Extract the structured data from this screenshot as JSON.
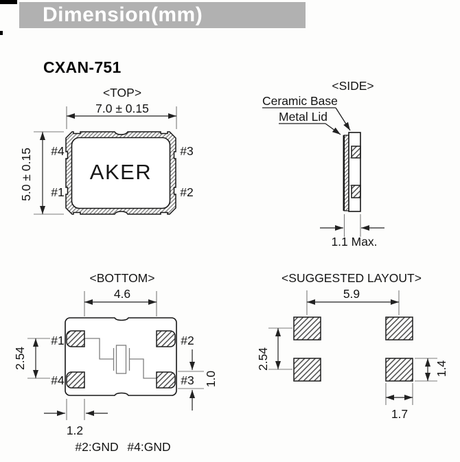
{
  "header": {
    "title": "Dimension(mm)"
  },
  "part_number": "CXAN-751",
  "colors": {
    "header_bg": "#b1b1b1",
    "header_text": "#ffffff",
    "line": "#1a1a1a",
    "hatch": "#4a4a4a"
  },
  "top_view": {
    "title": "<TOP>",
    "width_dim": "7.0 ± 0.15",
    "height_dim": "5.0 ± 0.15",
    "brand_mark": "AKER",
    "pin_top_left": "#4",
    "pin_bottom_left": "#1",
    "pin_top_right": "#3",
    "pin_bottom_right": "#2"
  },
  "side_view": {
    "title": "<SIDE>",
    "ceramic_label": "Ceramic Base",
    "lid_label": "Metal Lid",
    "thickness_dim": "1.1 Max."
  },
  "bottom_view": {
    "title": "<BOTTOM>",
    "pad_span_dim": "4.6",
    "pad_pitch_dim": "2.54",
    "pad_height_dim": "1.0",
    "pad_inset_dim": "1.2",
    "gnd_note_left": "#2:GND",
    "gnd_note_right": "#4:GND",
    "pin_top_left": "#1",
    "pin_top_right": "#2",
    "pin_bottom_left": "#4",
    "pin_bottom_right": "#3"
  },
  "layout_view": {
    "title": "<SUGGESTED LAYOUT>",
    "pad_span_dim": "5.9",
    "pad_pitch_dim": "2.54",
    "pad_height_dim": "1.4",
    "pad_width_dim": "1.7"
  }
}
